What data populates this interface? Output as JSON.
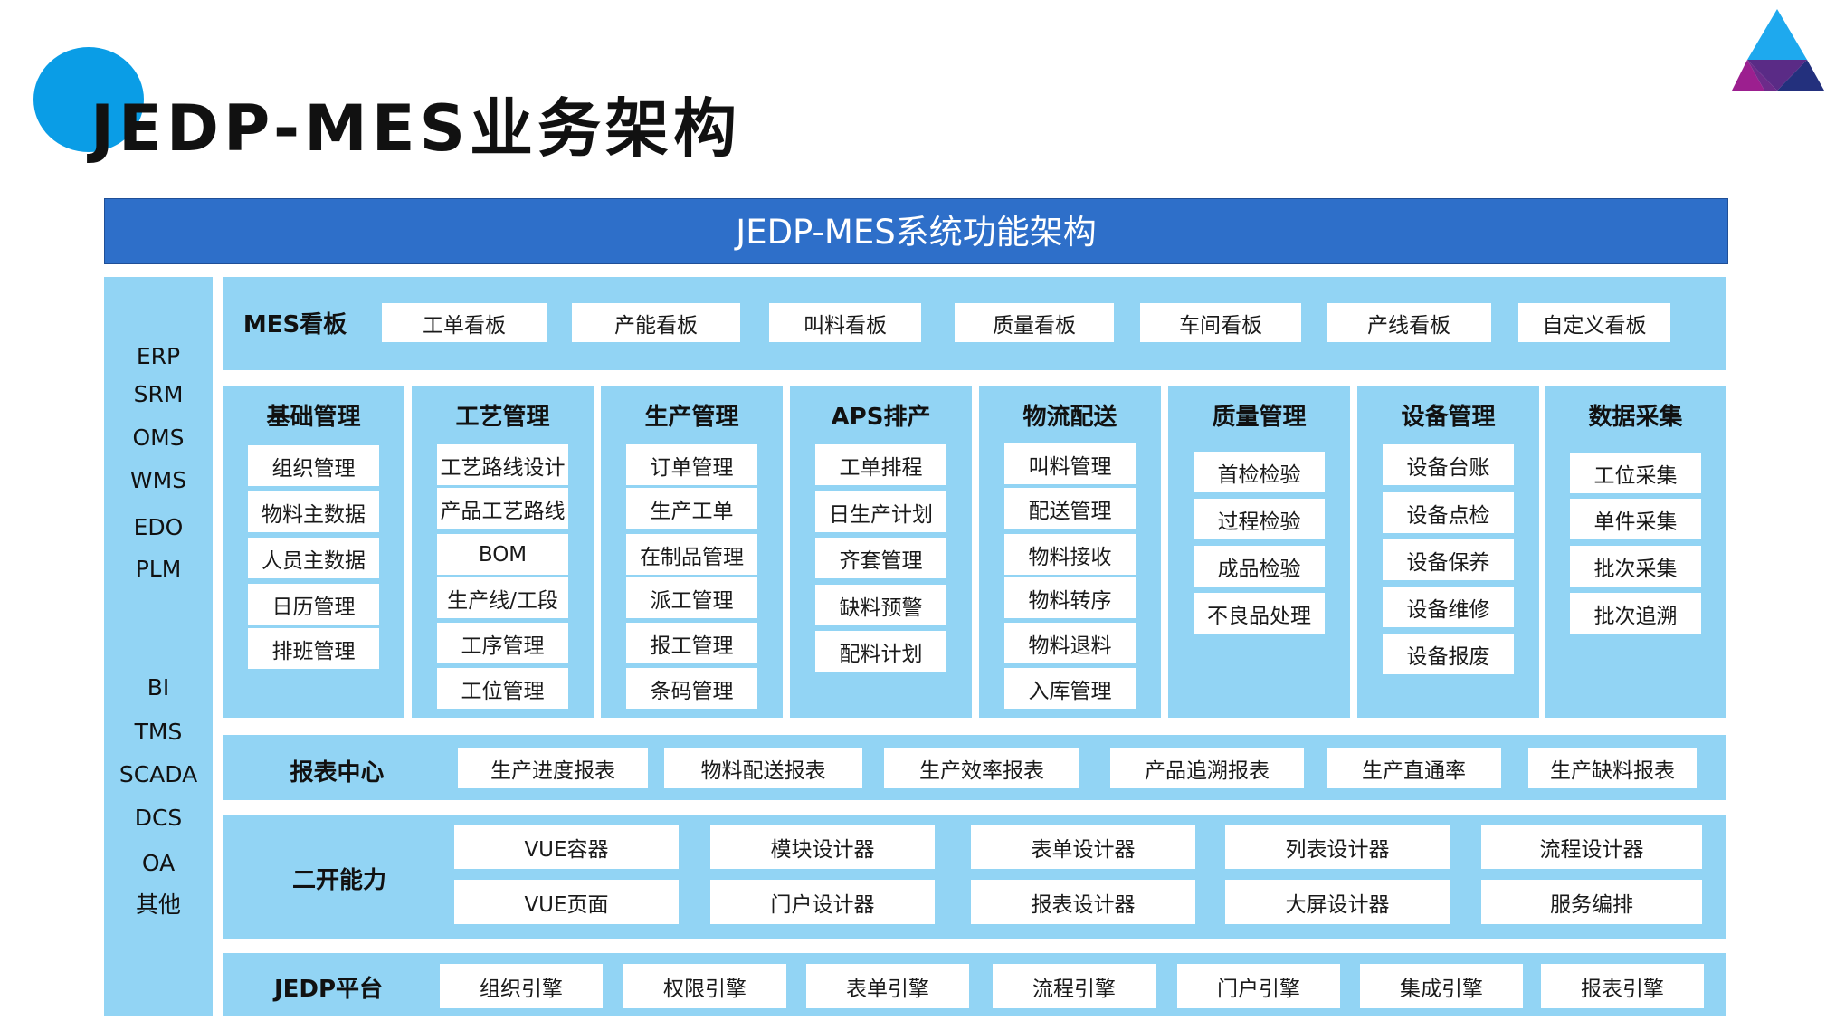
{
  "header": {
    "title": "JEDP-MES业务架构"
  },
  "banner": "JEDP-MES系统功能架构",
  "side_systems": [
    "ERP",
    "SRM",
    "OMS",
    "WMS",
    "EDO",
    "PLM",
    "BI",
    "TMS",
    "SCADA",
    "DCS",
    "OA",
    "其他"
  ],
  "kanban": {
    "label": "MES看板",
    "items": [
      "工单看板",
      "产能看板",
      "叫料看板",
      "质量看板",
      "车间看板",
      "产线看板",
      "自定义看板"
    ]
  },
  "modules": [
    {
      "title": "基础管理",
      "items": [
        "组织管理",
        "物料主数据",
        "人员主数据",
        "日历管理",
        "排班管理"
      ]
    },
    {
      "title": "工艺管理",
      "items": [
        "工艺路线设计",
        "产品工艺路线",
        "BOM",
        "生产线/工段",
        "工序管理",
        "工位管理"
      ]
    },
    {
      "title": "生产管理",
      "items": [
        "订单管理",
        "生产工单",
        "在制品管理",
        "派工管理",
        "报工管理",
        "条码管理"
      ]
    },
    {
      "title": "APS排产",
      "items": [
        "工单排程",
        "日生产计划",
        "齐套管理",
        "缺料预警",
        "配料计划"
      ]
    },
    {
      "title": "物流配送",
      "items": [
        "叫料管理",
        "配送管理",
        "物料接收",
        "物料转序",
        "物料退料",
        "入库管理"
      ]
    },
    {
      "title": "质量管理",
      "items": [
        "首检检验",
        "过程检验",
        "成品检验",
        "不良品处理"
      ]
    },
    {
      "title": "设备管理",
      "items": [
        "设备台账",
        "设备点检",
        "设备保养",
        "设备维修",
        "设备报废"
      ]
    },
    {
      "title": "数据采集",
      "items": [
        "工位采集",
        "单件采集",
        "批次采集",
        "批次追溯"
      ]
    }
  ],
  "report": {
    "label": "报表中心",
    "items": [
      "生产进度报表",
      "物料配送报表",
      "生产效率报表",
      "产品追溯报表",
      "生产直通率",
      "生产缺料报表"
    ]
  },
  "dev": {
    "label": "二开能力",
    "row1": [
      "VUE容器",
      "模块设计器",
      "表单设计器",
      "列表设计器",
      "流程设计器"
    ],
    "row2": [
      "VUE页面",
      "门户设计器",
      "报表设计器",
      "大屏设计器",
      "服务编排"
    ]
  },
  "platform": {
    "label": "JEDP平台",
    "items": [
      "组织引擎",
      "权限引擎",
      "表单引擎",
      "流程引擎",
      "门户引擎",
      "集成引擎",
      "报表引擎"
    ]
  },
  "colors": {
    "panel": "#92d4f4",
    "banner": "#2e6fc9",
    "accent": "#0a9de6"
  }
}
